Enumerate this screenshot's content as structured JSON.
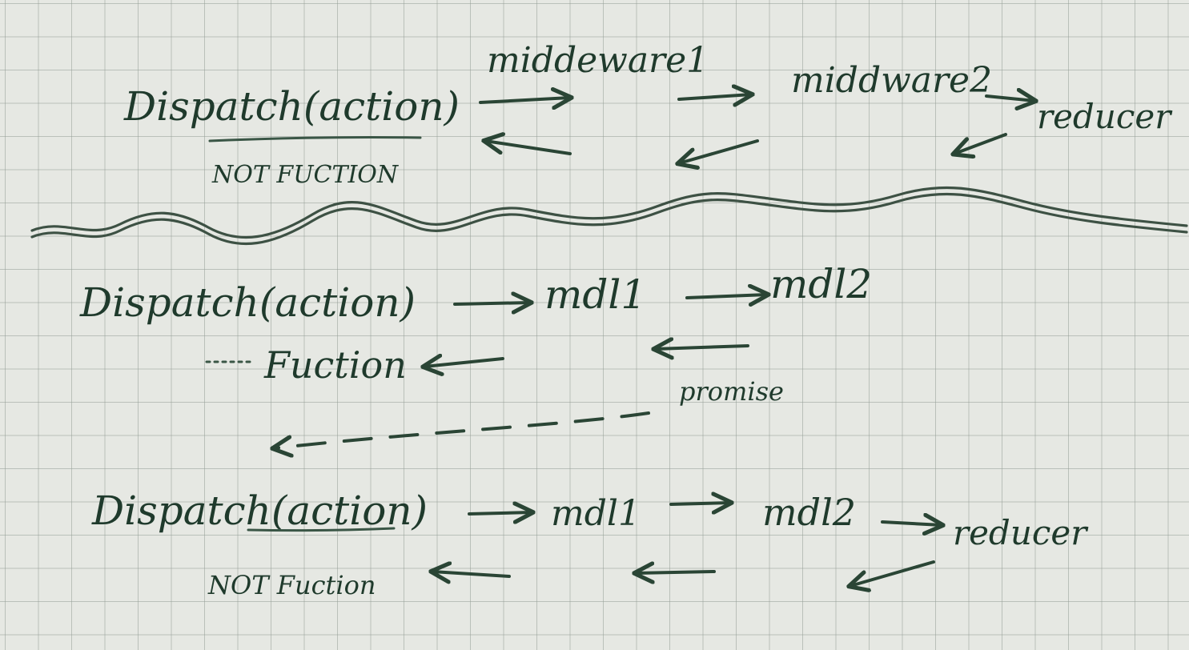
{
  "diagram": {
    "top": {
      "dispatch": "Dispatch(action)",
      "note": "NOT FUCTION",
      "mw1": "middeware1",
      "mw2": "middware2",
      "reducer": "reducer"
    },
    "middle": {
      "dispatch": "Dispatch(action)",
      "note": "Fuction",
      "md1": "mdl1",
      "md2": "mdl2",
      "promise": "promise"
    },
    "bottom": {
      "dispatch": "Dispatch(action)",
      "note": "NOT Fuction",
      "md1": "mdl1",
      "md2": "mdl2",
      "reducer": "reducer"
    }
  },
  "colors": {
    "ink": "#1f3a2c",
    "paper": "#e6e8e3",
    "grid": "#969e98"
  }
}
